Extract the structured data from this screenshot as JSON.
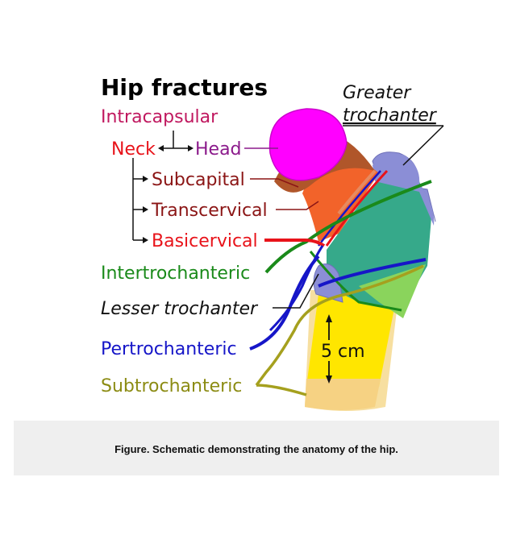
{
  "title": "Hip fractures",
  "labels": {
    "intracapsular": "Intracapsular",
    "neck": "Neck",
    "head": "Head",
    "subcapital": "Subcapital",
    "transcervical": "Transcervical",
    "basicervical": "Basicervical",
    "intertrochanteric": "Intertrochanteric",
    "lesser_trochanter": "Lesser trochanter",
    "pertrochanteric": "Pertrochanteric",
    "subtrochanteric": "Subtrochanteric",
    "greater_trochanter_line1": "Greater",
    "greater_trochanter_line2": "trochanter",
    "measure": "5 cm"
  },
  "colors": {
    "intracapsular": "#c0185f",
    "neck": "#e8131a",
    "head": "#8b1a8b",
    "subcapital": "#8b1515",
    "transcervical": "#8b1515",
    "basicervical": "#e8131a",
    "intertrochanteric": "#1a8a1a",
    "lesser_trochanter": "#111111",
    "pertrochanteric": "#1616c8",
    "subtrochanteric": "#8c8c14"
  },
  "caption": "Figure. Schematic demonstrating the anatomy of the hip."
}
